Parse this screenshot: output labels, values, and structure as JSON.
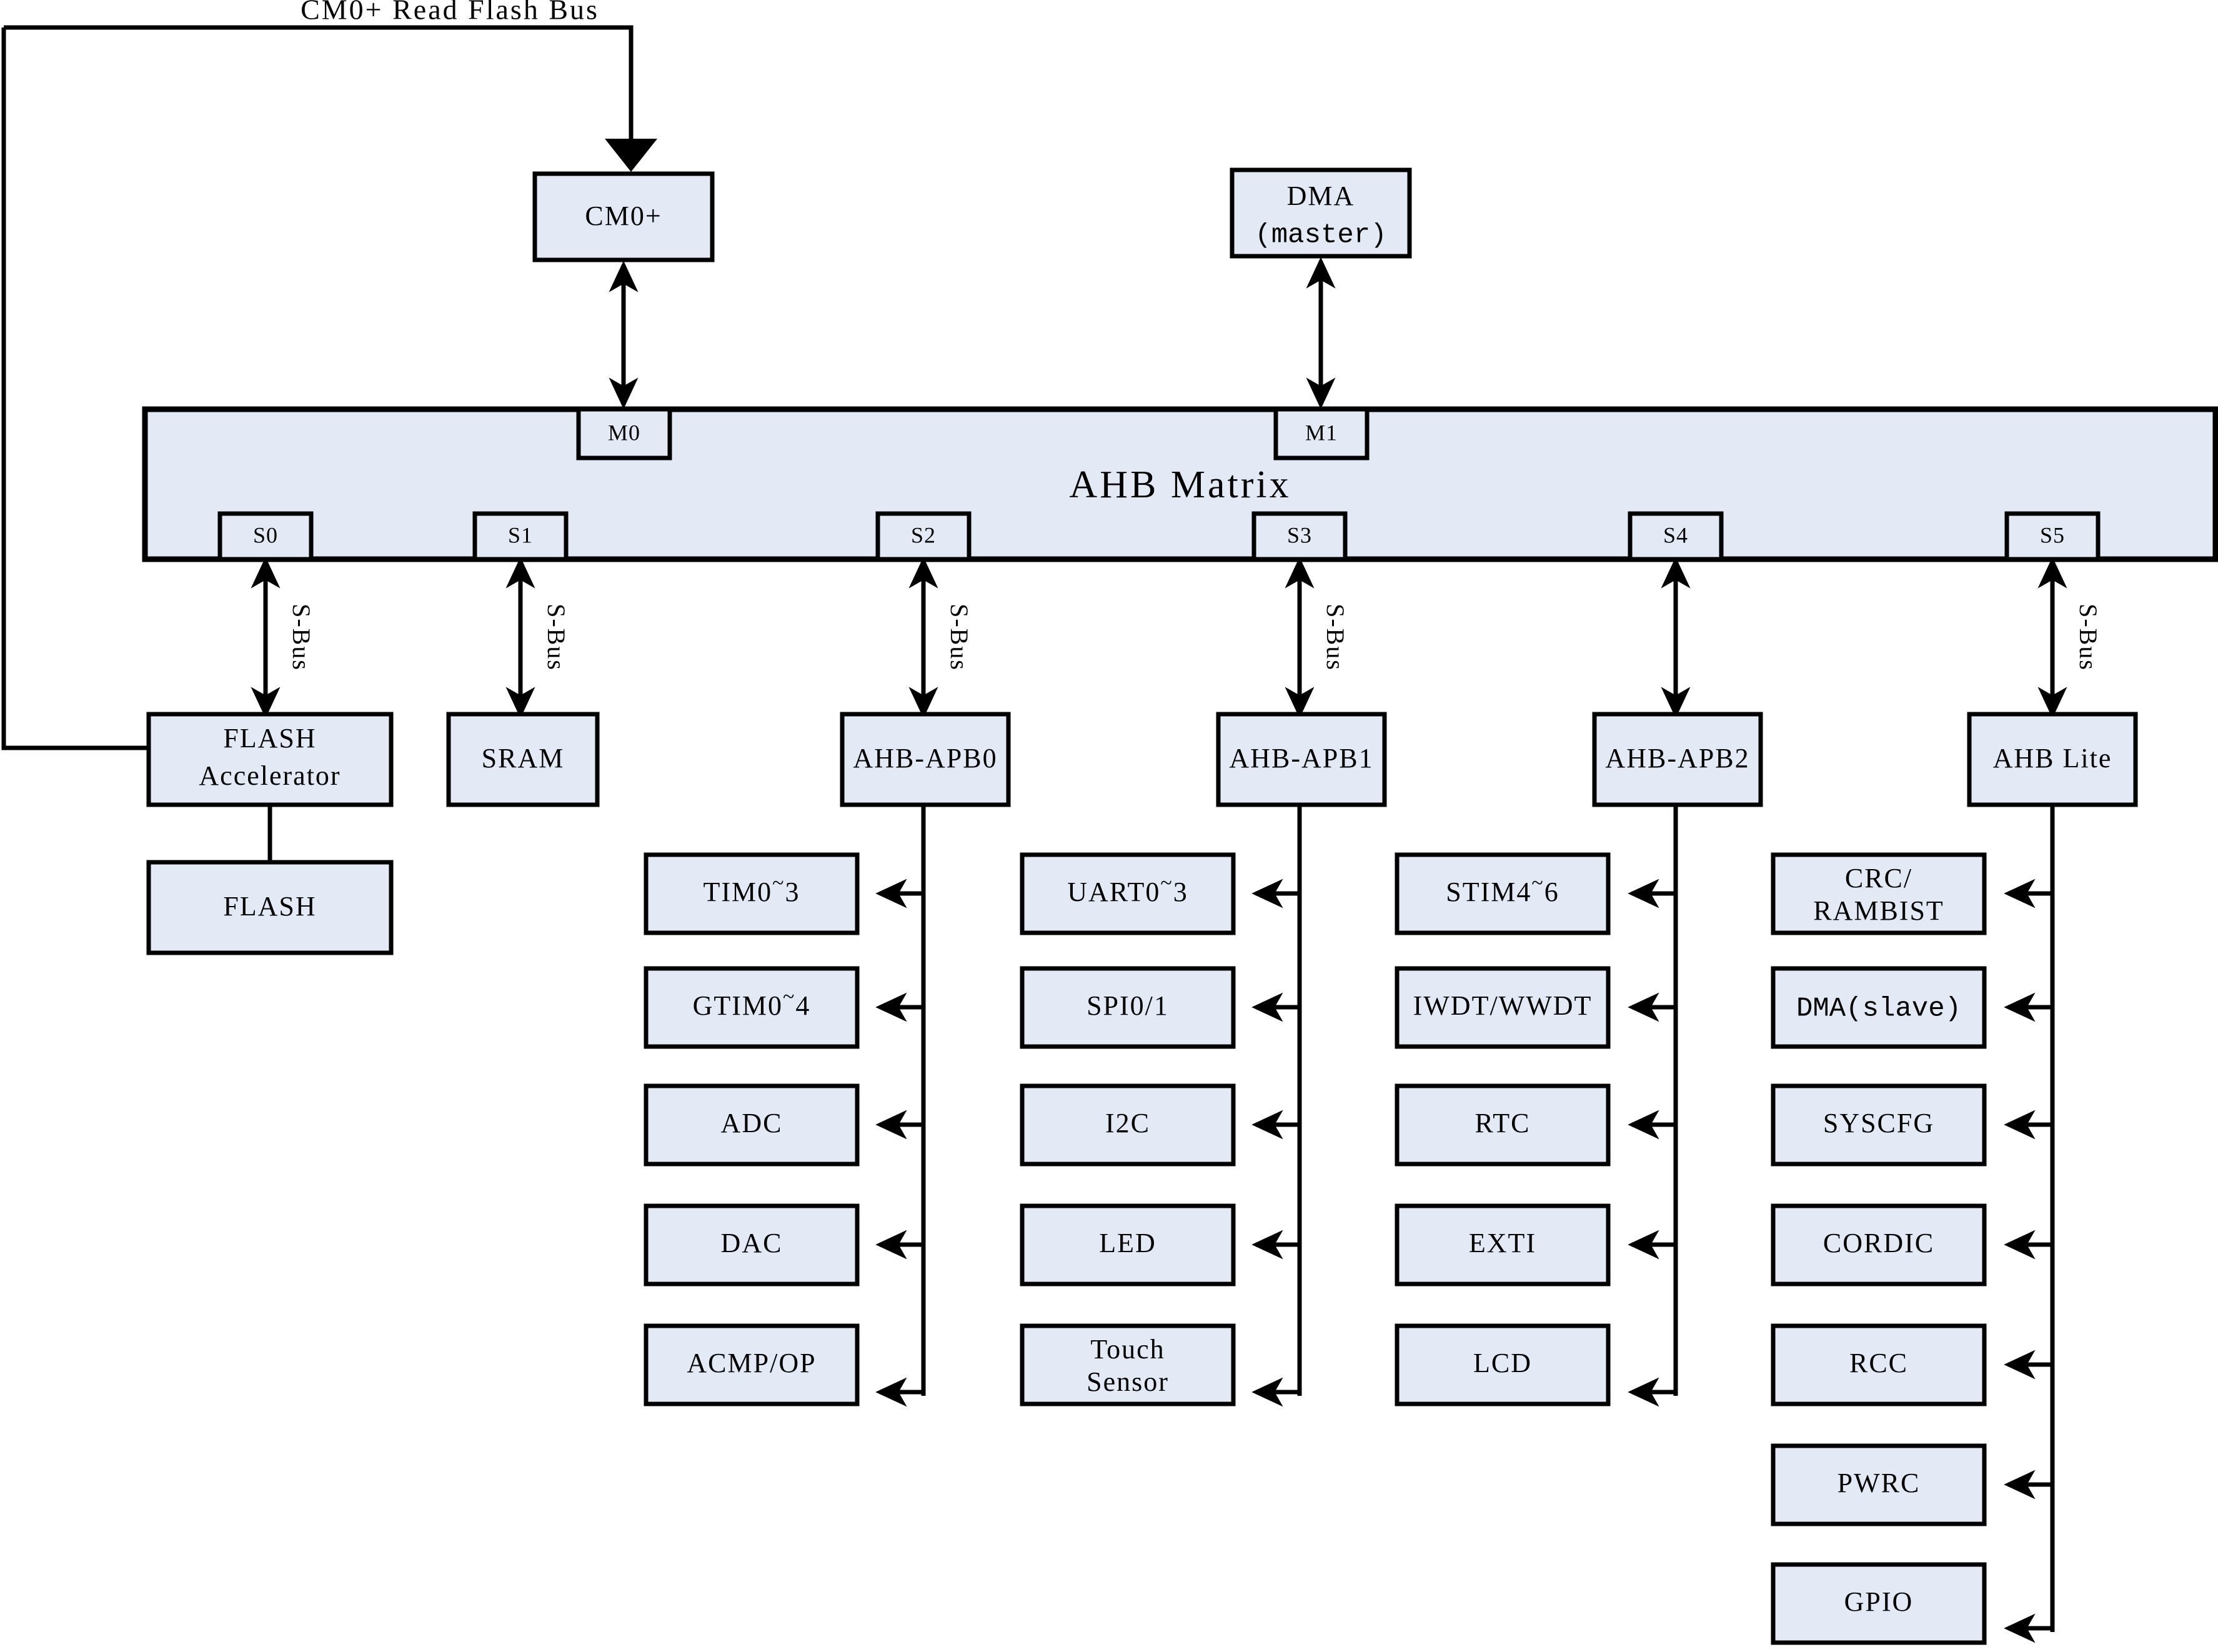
{
  "diagram": {
    "title": "CM0+ Read Flash Bus",
    "matrix_label": "AHB Matrix",
    "bus_label": "S-Bus",
    "colors": {
      "block_fill": "#e4eaf5",
      "stroke": "#000000",
      "background": "#ffffff"
    }
  },
  "masters": [
    {
      "port": "M0",
      "label": "CM0+"
    },
    {
      "port": "M1",
      "label_line1": "DMA",
      "label_line2": "(master)"
    }
  ],
  "slave_ports": [
    {
      "port": "S0",
      "bus": "S-Bus"
    },
    {
      "port": "S1",
      "bus": "S-Bus"
    },
    {
      "port": "S2",
      "bus": "S-Bus"
    },
    {
      "port": "S3",
      "bus": "S-Bus"
    },
    {
      "port": "S4",
      "bus": ""
    },
    {
      "port": "S5",
      "bus": "S-Bus"
    }
  ],
  "slaves": [
    {
      "id": "flash-accelerator",
      "line1": "FLASH",
      "line2": "Accelerator"
    },
    {
      "id": "sram",
      "line1": "SRAM",
      "line2": ""
    },
    {
      "id": "ahb-apb0",
      "line1": "AHB-APB0",
      "line2": ""
    },
    {
      "id": "ahb-apb1",
      "line1": "AHB-APB1",
      "line2": ""
    },
    {
      "id": "ahb-apb2",
      "line1": "AHB-APB2",
      "line2": ""
    },
    {
      "id": "ahb-lite",
      "line1": "AHB Lite",
      "line2": ""
    }
  ],
  "memory": {
    "flash": "FLASH"
  },
  "peripheral_columns": [
    {
      "parent": "ahb-apb0",
      "items": [
        {
          "line1": "TIM0",
          "sup": "~",
          "line1b": "3",
          "line2": ""
        },
        {
          "line1": "GTIM0",
          "sup": "~",
          "line1b": "4",
          "line2": ""
        },
        {
          "line1": "ADC",
          "sup": "",
          "line1b": "",
          "line2": ""
        },
        {
          "line1": "DAC",
          "sup": "",
          "line1b": "",
          "line2": ""
        },
        {
          "line1": "ACMP/OP",
          "sup": "",
          "line1b": "",
          "line2": ""
        }
      ]
    },
    {
      "parent": "ahb-apb1",
      "items": [
        {
          "line1": "UART0",
          "sup": "~",
          "line1b": "3",
          "line2": ""
        },
        {
          "line1": "SPI0/1",
          "sup": "",
          "line1b": "",
          "line2": ""
        },
        {
          "line1": "I2C",
          "sup": "",
          "line1b": "",
          "line2": ""
        },
        {
          "line1": "LED",
          "sup": "",
          "line1b": "",
          "line2": ""
        },
        {
          "line1": "Touch",
          "sup": "",
          "line1b": "",
          "line2": "Sensor"
        }
      ]
    },
    {
      "parent": "ahb-apb2",
      "items": [
        {
          "line1": "STIM4",
          "sup": "~",
          "line1b": "6",
          "line2": ""
        },
        {
          "line1": "IWDT/WWDT",
          "sup": "",
          "line1b": "",
          "line2": ""
        },
        {
          "line1": "RTC",
          "sup": "",
          "line1b": "",
          "line2": ""
        },
        {
          "line1": "EXTI",
          "sup": "",
          "line1b": "",
          "line2": ""
        },
        {
          "line1": "LCD",
          "sup": "",
          "line1b": "",
          "line2": ""
        }
      ]
    },
    {
      "parent": "ahb-lite",
      "items": [
        {
          "line1": "CRC/",
          "sup": "",
          "line1b": "",
          "line2": "RAMBIST"
        },
        {
          "line1": "DMA(slave)",
          "sup": "",
          "line1b": "",
          "line2": ""
        },
        {
          "line1": "SYSCFG",
          "sup": "",
          "line1b": "",
          "line2": ""
        },
        {
          "line1": "CORDIC",
          "sup": "",
          "line1b": "",
          "line2": ""
        },
        {
          "line1": "RCC",
          "sup": "",
          "line1b": "",
          "line2": ""
        },
        {
          "line1": "PWRC",
          "sup": "",
          "line1b": "",
          "line2": ""
        },
        {
          "line1": "GPIO",
          "sup": "",
          "line1b": "",
          "line2": ""
        }
      ]
    }
  ]
}
